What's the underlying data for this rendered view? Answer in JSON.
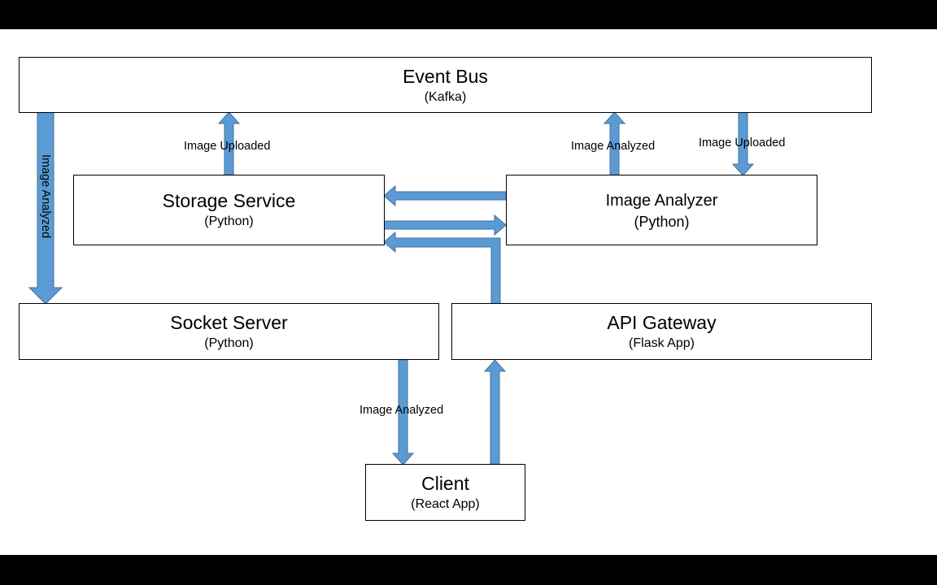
{
  "nodes": {
    "event_bus": {
      "title": "Event Bus",
      "subtitle": "(Kafka)"
    },
    "storage_service": {
      "title": "Storage Service",
      "subtitle": "(Python)"
    },
    "image_analyzer": {
      "title": "Image Analyzer",
      "subtitle": "(Python)"
    },
    "socket_server": {
      "title": "Socket Server",
      "subtitle": "(Python)"
    },
    "api_gateway": {
      "title": "API Gateway",
      "subtitle": "(Flask App)"
    },
    "client": {
      "title": "Client",
      "subtitle": "(React App)"
    }
  },
  "edge_labels": {
    "bus_to_socket": "Image Analyzed",
    "storage_to_bus": "Image Uploaded",
    "analyzer_to_bus": "Image Analyzed",
    "bus_to_analyzer": "Image Uploaded",
    "socket_to_client": "Image Analyzed"
  },
  "colors": {
    "arrow_fill": "#5B9BD5",
    "arrow_stroke": "#41719C",
    "box_border": "#000000",
    "background": "#FFFFFF",
    "letterbox": "#000000"
  }
}
